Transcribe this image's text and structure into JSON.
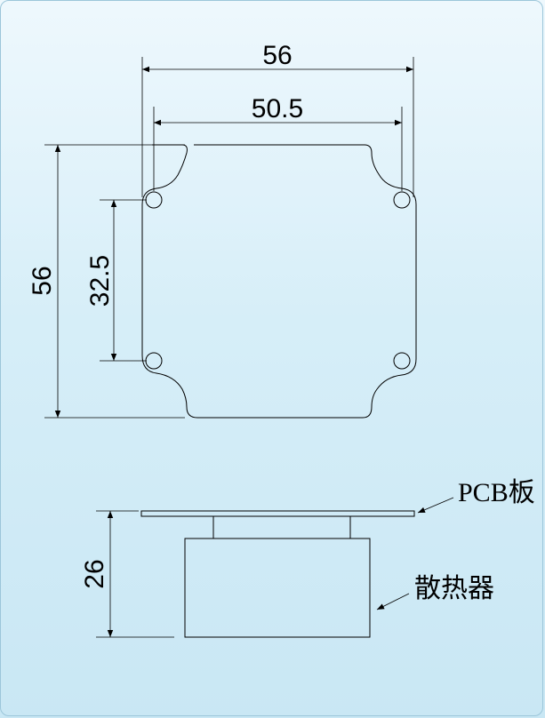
{
  "top_view": {
    "dims": {
      "outer_width": "56",
      "hole_spacing_x": "50.5",
      "outer_height": "56",
      "hole_spacing_y": "32.5"
    }
  },
  "side_view": {
    "dims": {
      "height": "26"
    },
    "labels": {
      "pcb": "PCB板",
      "heatsink": "散热器"
    }
  },
  "colors": {
    "line": "#000000",
    "background_top": "#eef8fd",
    "background_bottom": "#c9e7f4",
    "border": "#9cc6da"
  }
}
